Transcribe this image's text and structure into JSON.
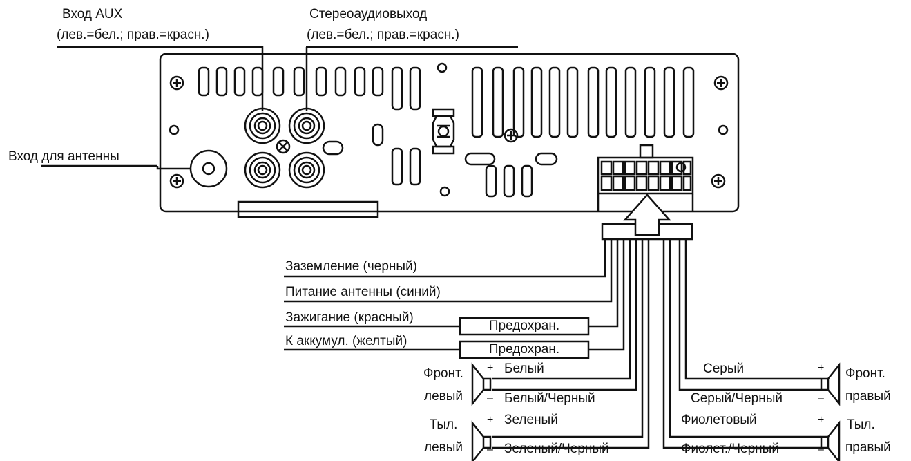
{
  "labels": {
    "aux_in_title": "Вход AUX",
    "aux_in_colors": "(лев.=бел.; прав.=красн.)",
    "stereo_out_title": "Стереоаудиовыход",
    "stereo_out_colors": "(лев.=бел.; прав.=красн.)",
    "antenna_in": "Вход для антенны"
  },
  "wires": {
    "ground": "Заземление (черный)",
    "antenna_power": "Питание антенны (синий)",
    "ignition": "Зажигание (красный)",
    "battery": "К аккумул. (желтый)"
  },
  "fuses": {
    "ignition_fuse": "Предохран.",
    "battery_fuse": "Предохран."
  },
  "speakers": {
    "front_left": {
      "line1": "Фронт.",
      "line2": "левый",
      "plus_wire": "Белый",
      "minus_wire": "Белый/Черный"
    },
    "rear_left": {
      "line1": "Тыл.",
      "line2": "левый",
      "plus_wire": "Зеленый",
      "minus_wire": "Зеленый/Черный"
    },
    "front_right": {
      "line1": "Фронт.",
      "line2": "правый",
      "plus_wire": "Серый",
      "minus_wire": "Серый/Черный"
    },
    "rear_right": {
      "line1": "Тыл.",
      "line2": "правый",
      "plus_wire": "Фиолетовый",
      "minus_wire": "Фиолет./Черный"
    }
  },
  "polarity": {
    "plus": "+",
    "minus": "–"
  }
}
